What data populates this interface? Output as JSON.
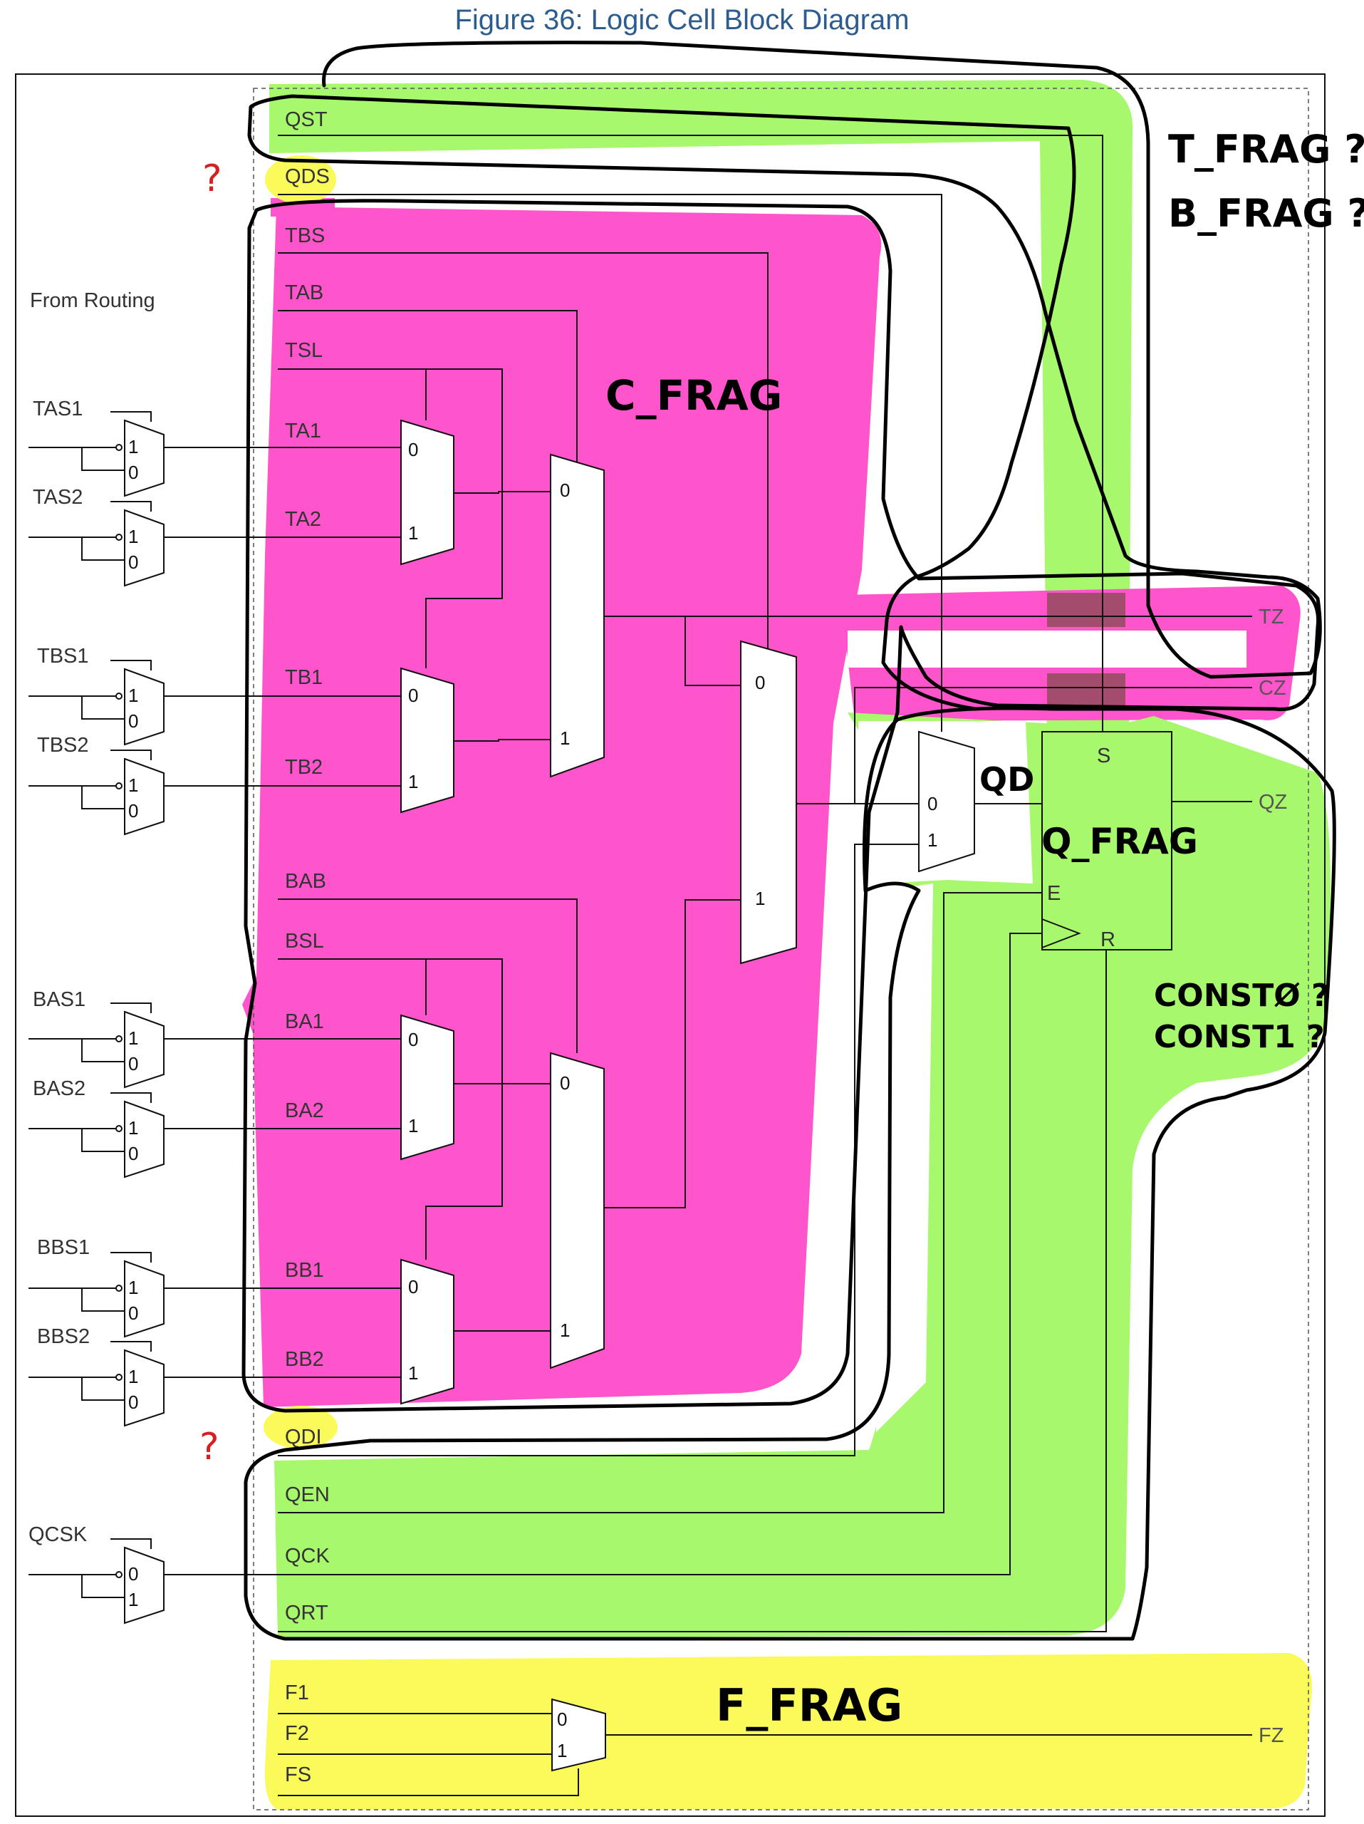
{
  "title": "Figure 36: Logic Cell Block Diagram",
  "from_routing": "From Routing",
  "colors": {
    "c_frag": "#ff55cc",
    "green": "#a8f86e",
    "yellow": "#fafa5a",
    "qmark": "#d62020",
    "title": "#2d5c8e"
  },
  "left_inputs": {
    "tas1": "TAS1",
    "tas2": "TAS2",
    "tbs1": "TBS1",
    "tbs2": "TBS2",
    "bas1": "BAS1",
    "bas2": "BAS2",
    "bbs1": "BBS1",
    "bbs2": "BBS2",
    "qcsk": "QCSK"
  },
  "cell_inputs": {
    "qst": "QST",
    "qds": "QDS",
    "tbs": "TBS",
    "tab": "TAB",
    "tsl": "TSL",
    "ta1": "TA1",
    "ta2": "TA2",
    "tb1": "TB1",
    "tb2": "TB2",
    "bab": "BAB",
    "bsl": "BSL",
    "ba1": "BA1",
    "ba2": "BA2",
    "bb1": "BB1",
    "bb2": "BB2",
    "qdi": "QDI",
    "qen": "QEN",
    "qck": "QCK",
    "qrt": "QRT",
    "f1": "F1",
    "f2": "F2",
    "fs": "FS"
  },
  "outputs": {
    "tz": "TZ",
    "cz": "CZ",
    "qz": "QZ",
    "fz": "FZ"
  },
  "flipflop": {
    "s": "S",
    "e": "E",
    "r": "R"
  },
  "mux_labels": {
    "zero": "0",
    "one": "1"
  },
  "handwritten": {
    "t_frag": "T_FRAG ?",
    "b_frag": "B_FRAG ?",
    "c_frag": "C_FRAG",
    "q_frag": "Q_FRAG",
    "qd": "QD",
    "const0": "CONSTØ ?",
    "const1": "CONST1 ?",
    "f_frag": "F_FRAG",
    "question_mark": "?"
  }
}
